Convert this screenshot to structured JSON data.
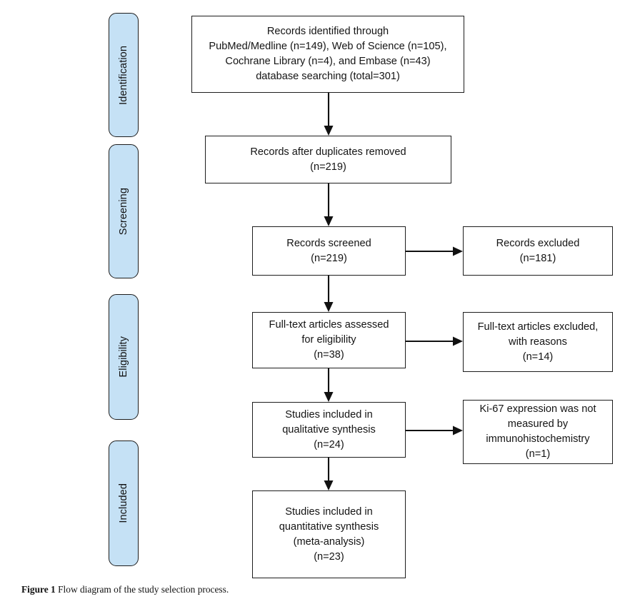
{
  "figure": {
    "caption_label": "Figure 1",
    "caption_text": " Flow diagram of the study selection process.",
    "box_fill": "#ffffff",
    "box_stroke": "#1d1d1d",
    "stage_fill": "#c5e1f5",
    "stage_stroke": "#1d1d1d"
  },
  "stages": [
    {
      "label": "Identification"
    },
    {
      "label": "Screening"
    },
    {
      "label": "Eligibility"
    },
    {
      "label": "Included"
    }
  ],
  "boxes": {
    "identified": "Records identified through\nPubMed/Medline (n=149), Web of Science (n=105),\nCochrane Library (n=4), and Embase (n=43)\ndatabase searching (total=301)",
    "after_duplicates": "Records after duplicates removed\n(n=219)",
    "screened": "Records screened\n(n=219)",
    "excluded": "Records excluded\n(n=181)",
    "fulltext_assessed": "Full-text articles assessed\nfor eligibility\n(n=38)",
    "fulltext_excluded": "Full-text articles excluded,\nwith reasons\n(n=14)",
    "qualitative": "Studies included in\nqualitative synthesis\n(n=24)",
    "ki67_excluded": "Ki-67 expression was not\nmeasured by\nimmunohistochemistry\n(n=1)",
    "quantitative": "Studies included in\nquantitative synthesis\n(meta-analysis)\n(n=23)"
  },
  "chart_data": {
    "type": "diagram",
    "title": "PRISMA flow diagram of the study selection process",
    "stages": [
      "Identification",
      "Screening",
      "Eligibility",
      "Included"
    ],
    "nodes": [
      {
        "id": "identified",
        "stage": "Identification",
        "label": "Records identified through database searching",
        "n": 301,
        "sources": [
          {
            "name": "PubMed/Medline",
            "n": 149
          },
          {
            "name": "Web of Science",
            "n": 105
          },
          {
            "name": "Cochrane Library",
            "n": 4
          },
          {
            "name": "Embase",
            "n": 43
          }
        ]
      },
      {
        "id": "after_duplicates",
        "stage": "Screening",
        "label": "Records after duplicates removed",
        "n": 219
      },
      {
        "id": "screened",
        "stage": "Screening",
        "label": "Records screened",
        "n": 219
      },
      {
        "id": "excluded",
        "stage": "Screening",
        "label": "Records excluded",
        "n": 181
      },
      {
        "id": "fulltext_assessed",
        "stage": "Eligibility",
        "label": "Full-text articles assessed for eligibility",
        "n": 38
      },
      {
        "id": "fulltext_excluded",
        "stage": "Eligibility",
        "label": "Full-text articles excluded, with reasons",
        "n": 14
      },
      {
        "id": "qualitative",
        "stage": "Included",
        "label": "Studies included in qualitative synthesis",
        "n": 24
      },
      {
        "id": "ki67_excluded",
        "stage": "Included",
        "label": "Ki-67 expression was not measured by immunohistochemistry",
        "n": 1
      },
      {
        "id": "quantitative",
        "stage": "Included",
        "label": "Studies included in quantitative synthesis (meta-analysis)",
        "n": 23
      }
    ],
    "edges": [
      {
        "from": "identified",
        "to": "after_duplicates",
        "direction": "down"
      },
      {
        "from": "after_duplicates",
        "to": "screened",
        "direction": "down"
      },
      {
        "from": "screened",
        "to": "excluded",
        "direction": "right"
      },
      {
        "from": "screened",
        "to": "fulltext_assessed",
        "direction": "down"
      },
      {
        "from": "fulltext_assessed",
        "to": "fulltext_excluded",
        "direction": "right"
      },
      {
        "from": "fulltext_assessed",
        "to": "qualitative",
        "direction": "down"
      },
      {
        "from": "qualitative",
        "to": "ki67_excluded",
        "direction": "right"
      },
      {
        "from": "qualitative",
        "to": "quantitative",
        "direction": "down"
      }
    ]
  }
}
